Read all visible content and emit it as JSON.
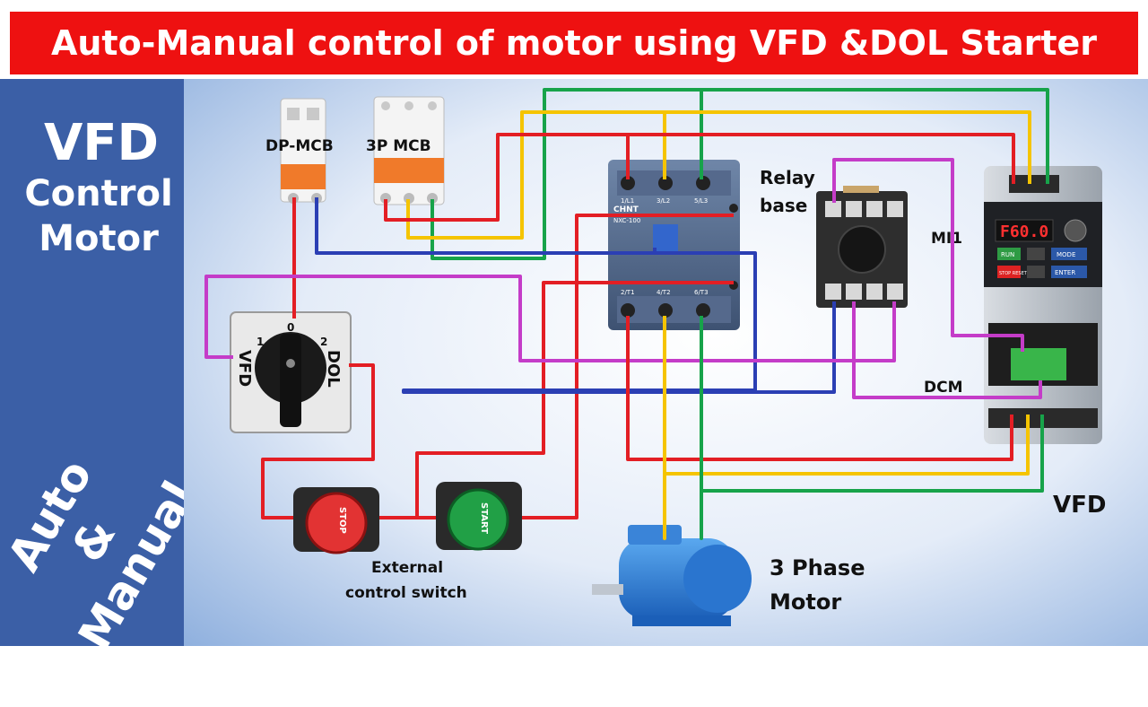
{
  "title": "Auto-Manual control of motor using VFD &DOL  Starter",
  "side_panel": {
    "heading": "VFD",
    "line2": "Control",
    "line3": "Motor",
    "auto": "Auto",
    "amp": "&",
    "manual": "Manual"
  },
  "labels": {
    "dp_mcb": "DP-MCB",
    "p3_mcb": "3P MCB",
    "relay_line1": "Relay",
    "relay_line2": "base",
    "mi1": "MI1",
    "dcm": "DCM",
    "vfd": "VFD",
    "motor_line1": "3 Phase",
    "motor_line2": "Motor",
    "ext_line1": "External",
    "ext_line2": "control switch"
  },
  "selector": {
    "pos0": "0",
    "pos1": "1",
    "pos2": "2",
    "left": "VFD",
    "right": "DOL"
  },
  "buttons": {
    "stop": "STOP",
    "start": "START"
  },
  "contactor": {
    "brand": "CHNT",
    "model": "NXC-100",
    "top_terminals": [
      "1/L1",
      "3/L2",
      "5/L3"
    ],
    "bottom_terminals": [
      "2/T1",
      "4/T2",
      "6/T3"
    ]
  },
  "vfd_display": {
    "readout": "F60.0",
    "keys": [
      "RUN",
      "MODE",
      "STOP RESET",
      "ENTER"
    ]
  },
  "colors": {
    "wire_red": "#e31e24",
    "wire_yellow": "#f5c400",
    "wire_green": "#17a34a",
    "wire_blue": "#2b3fb4",
    "wire_magenta": "#c43cc8",
    "title_bg": "#ee1111",
    "panel_bg": "#3b5fa6"
  }
}
